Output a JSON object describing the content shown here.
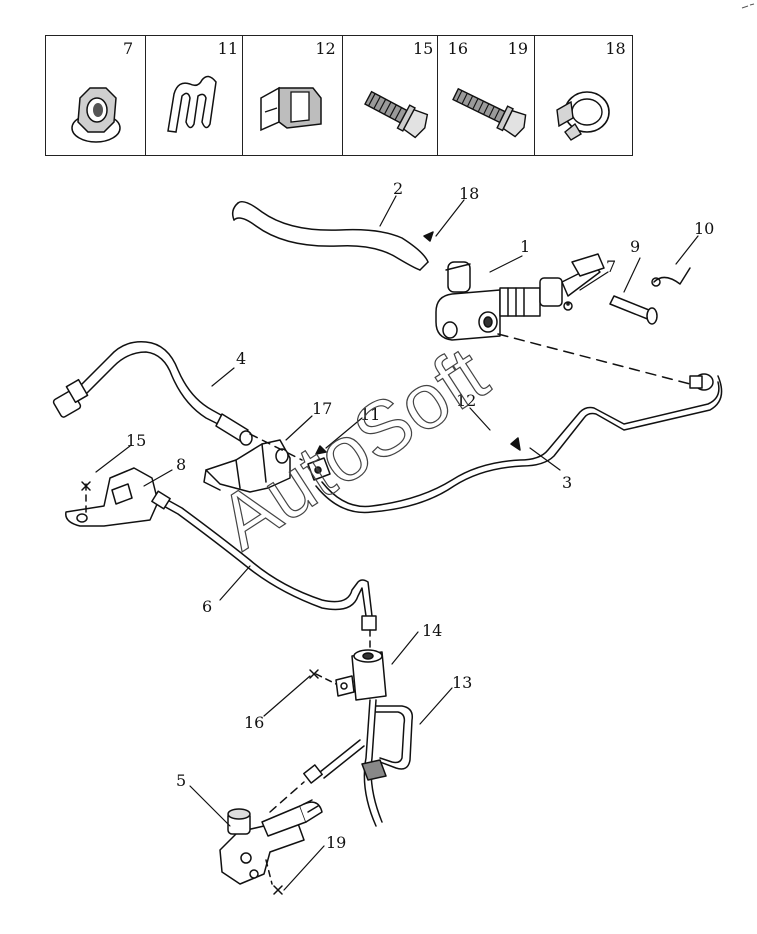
{
  "legend": {
    "cells": [
      {
        "label": "7",
        "part": "flange-nut"
      },
      {
        "label": "11",
        "part": "spring-clip"
      },
      {
        "label": "12",
        "part": "clip-fastener"
      },
      {
        "label": "15",
        "part": "flange-bolt"
      },
      {
        "labels": [
          "16",
          "19"
        ],
        "part": "long-flange-bolt"
      },
      {
        "label": "18",
        "part": "hose-clamp"
      }
    ]
  },
  "callouts": {
    "c1": "1",
    "c2": "2",
    "c3": "3",
    "c4": "4",
    "c5": "5",
    "c6": "6",
    "c7": "7",
    "c8": "8",
    "c9": "9",
    "c10": "10",
    "c11": "11",
    "c12": "12",
    "c13": "13",
    "c14": "14",
    "c15": "15",
    "c16": "16",
    "c17": "17",
    "c18": "18",
    "c19": "19"
  },
  "watermark": "AutoSoft"
}
